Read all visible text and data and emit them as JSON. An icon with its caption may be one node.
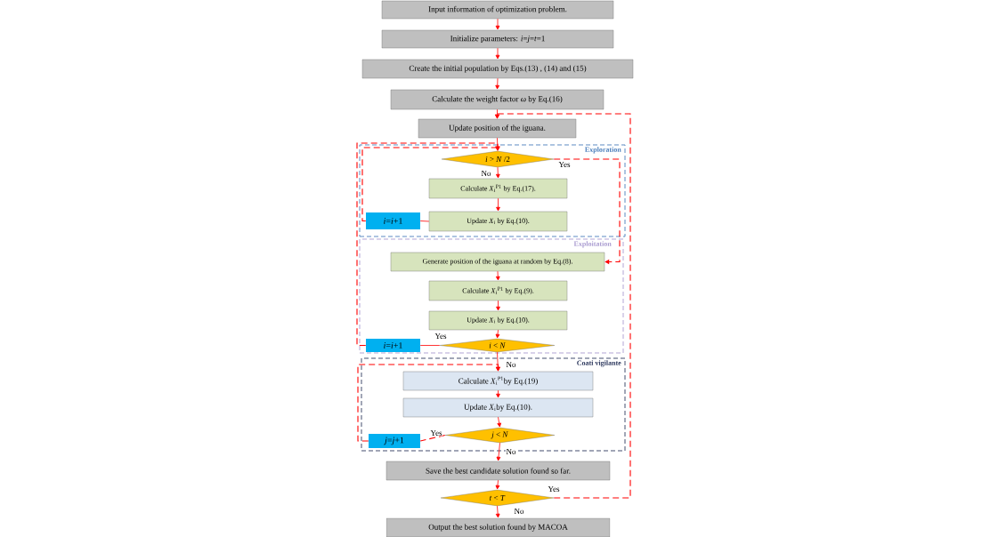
{
  "diagram": {
    "nodes": [
      {
        "text": [
          "Input information of optimization problem."
        ]
      },
      {
        "text": [
          "Initialize parameters: *i*=*j*=*t*=1"
        ]
      },
      {
        "text": [
          "Create the initial population by Eqs.(13) , (14) and (15)"
        ]
      },
      {
        "text": [
          "Calculate the weight factor *ω* by Eq.(16)"
        ]
      },
      {
        "text": [
          "Update position of the iguana."
        ]
      },
      {
        "text": [
          "Exploration"
        ]
      },
      {
        "text": [
          "*i* > *N* /2"
        ],
        "in": 5
      },
      {
        "text": [
          "Calculate *X*$_{i}$$^{P1}$ by Eq.(17)."
        ],
        "in": 5
      },
      {
        "text": [
          "Update *X*$_{i}$ by Eq.(10)."
        ],
        "in": 5
      },
      {
        "text": [
          "*i*=*i*+1"
        ],
        "in": 5
      },
      {
        "text": [
          "Exploitation"
        ]
      },
      {
        "text": [
          "Generate position of the iguana at random by Eq.(8)."
        ],
        "in": 10
      },
      {
        "text": [
          "Calculate *X*$_{i}$$^{P1}$ by Eq.(9)."
        ],
        "in": 10
      },
      {
        "text": [
          "Update *X*$_{i}$ by Eq.(10)."
        ],
        "in": 10
      },
      {
        "text": [
          "*i* < *N*"
        ],
        "in": 10
      },
      {
        "text": [
          "*i*=*i*+1"
        ],
        "in": 10
      },
      {
        "text": [
          "Coati vigilante"
        ]
      },
      {
        "text": [
          "Calculate *X*$_{i}$$^{P1}$by Eq.(19)"
        ],
        "in": 16
      },
      {
        "text": [
          "Update *X*$_{i}$by Eq.(10)."
        ],
        "in": 16
      },
      {
        "text": [
          "*j* < *N*"
        ],
        "in": 16
      },
      {
        "text": [
          "*j*=*j*+1"
        ],
        "in": 16
      },
      {
        "text": [
          "Save the best candidate solution found so far."
        ]
      },
      {
        "text": [
          "*t* < *T*"
        ]
      },
      {
        "text": [
          "Output the best solution found by MACOA"
        ]
      }
    ],
    "edges": [
      {
        "from": 0,
        "to": 1,
        "arrow": "to"
      },
      {
        "from": 1,
        "to": 2,
        "arrow": "to"
      },
      {
        "from": 2,
        "to": 3,
        "arrow": "to"
      },
      {
        "from": 3,
        "to": 4,
        "arrow": "to"
      },
      {
        "from": 4,
        "to": 6,
        "arrow": "to"
      },
      {
        "from": 6,
        "to": 7,
        "arrow": "to",
        "label": "No"
      },
      {
        "from": 7,
        "to": 8,
        "arrow": "to"
      },
      {
        "from": 8,
        "to": 9,
        "arrow": "none"
      },
      {
        "from": 9,
        "to": 6,
        "arrow": "to",
        "style": "dashed"
      },
      {
        "from": 6,
        "to": 11,
        "arrow": "to",
        "style": "dashed",
        "label": "Yes"
      },
      {
        "from": 11,
        "to": 12,
        "arrow": "to"
      },
      {
        "from": 12,
        "to": 13,
        "arrow": "to"
      },
      {
        "from": 13,
        "to": 14,
        "arrow": "to"
      },
      {
        "from": 14,
        "to": 15,
        "arrow": "none",
        "label": "Yes"
      },
      {
        "from": 15,
        "to": 6,
        "arrow": "to",
        "style": "dashed"
      },
      {
        "from": 14,
        "to": 17,
        "arrow": "to",
        "label": "No"
      },
      {
        "from": 17,
        "to": 18,
        "arrow": "to"
      },
      {
        "from": 18,
        "to": 19,
        "arrow": "to"
      },
      {
        "from": 19,
        "to": 20,
        "arrow": "none",
        "style": "dashed",
        "label": "Yes"
      },
      {
        "from": 20,
        "to": 17,
        "arrow": "to",
        "style": "dashed"
      },
      {
        "from": 19,
        "to": 21,
        "arrow": "to",
        "label": "No"
      },
      {
        "from": 21,
        "to": 22,
        "arrow": "to"
      },
      {
        "from": 22,
        "to": 23,
        "arrow": "to",
        "label": "No"
      },
      {
        "from": 22,
        "to": 4,
        "arrow": "to",
        "style": "dashed",
        "label": "Yes"
      }
    ]
  }
}
